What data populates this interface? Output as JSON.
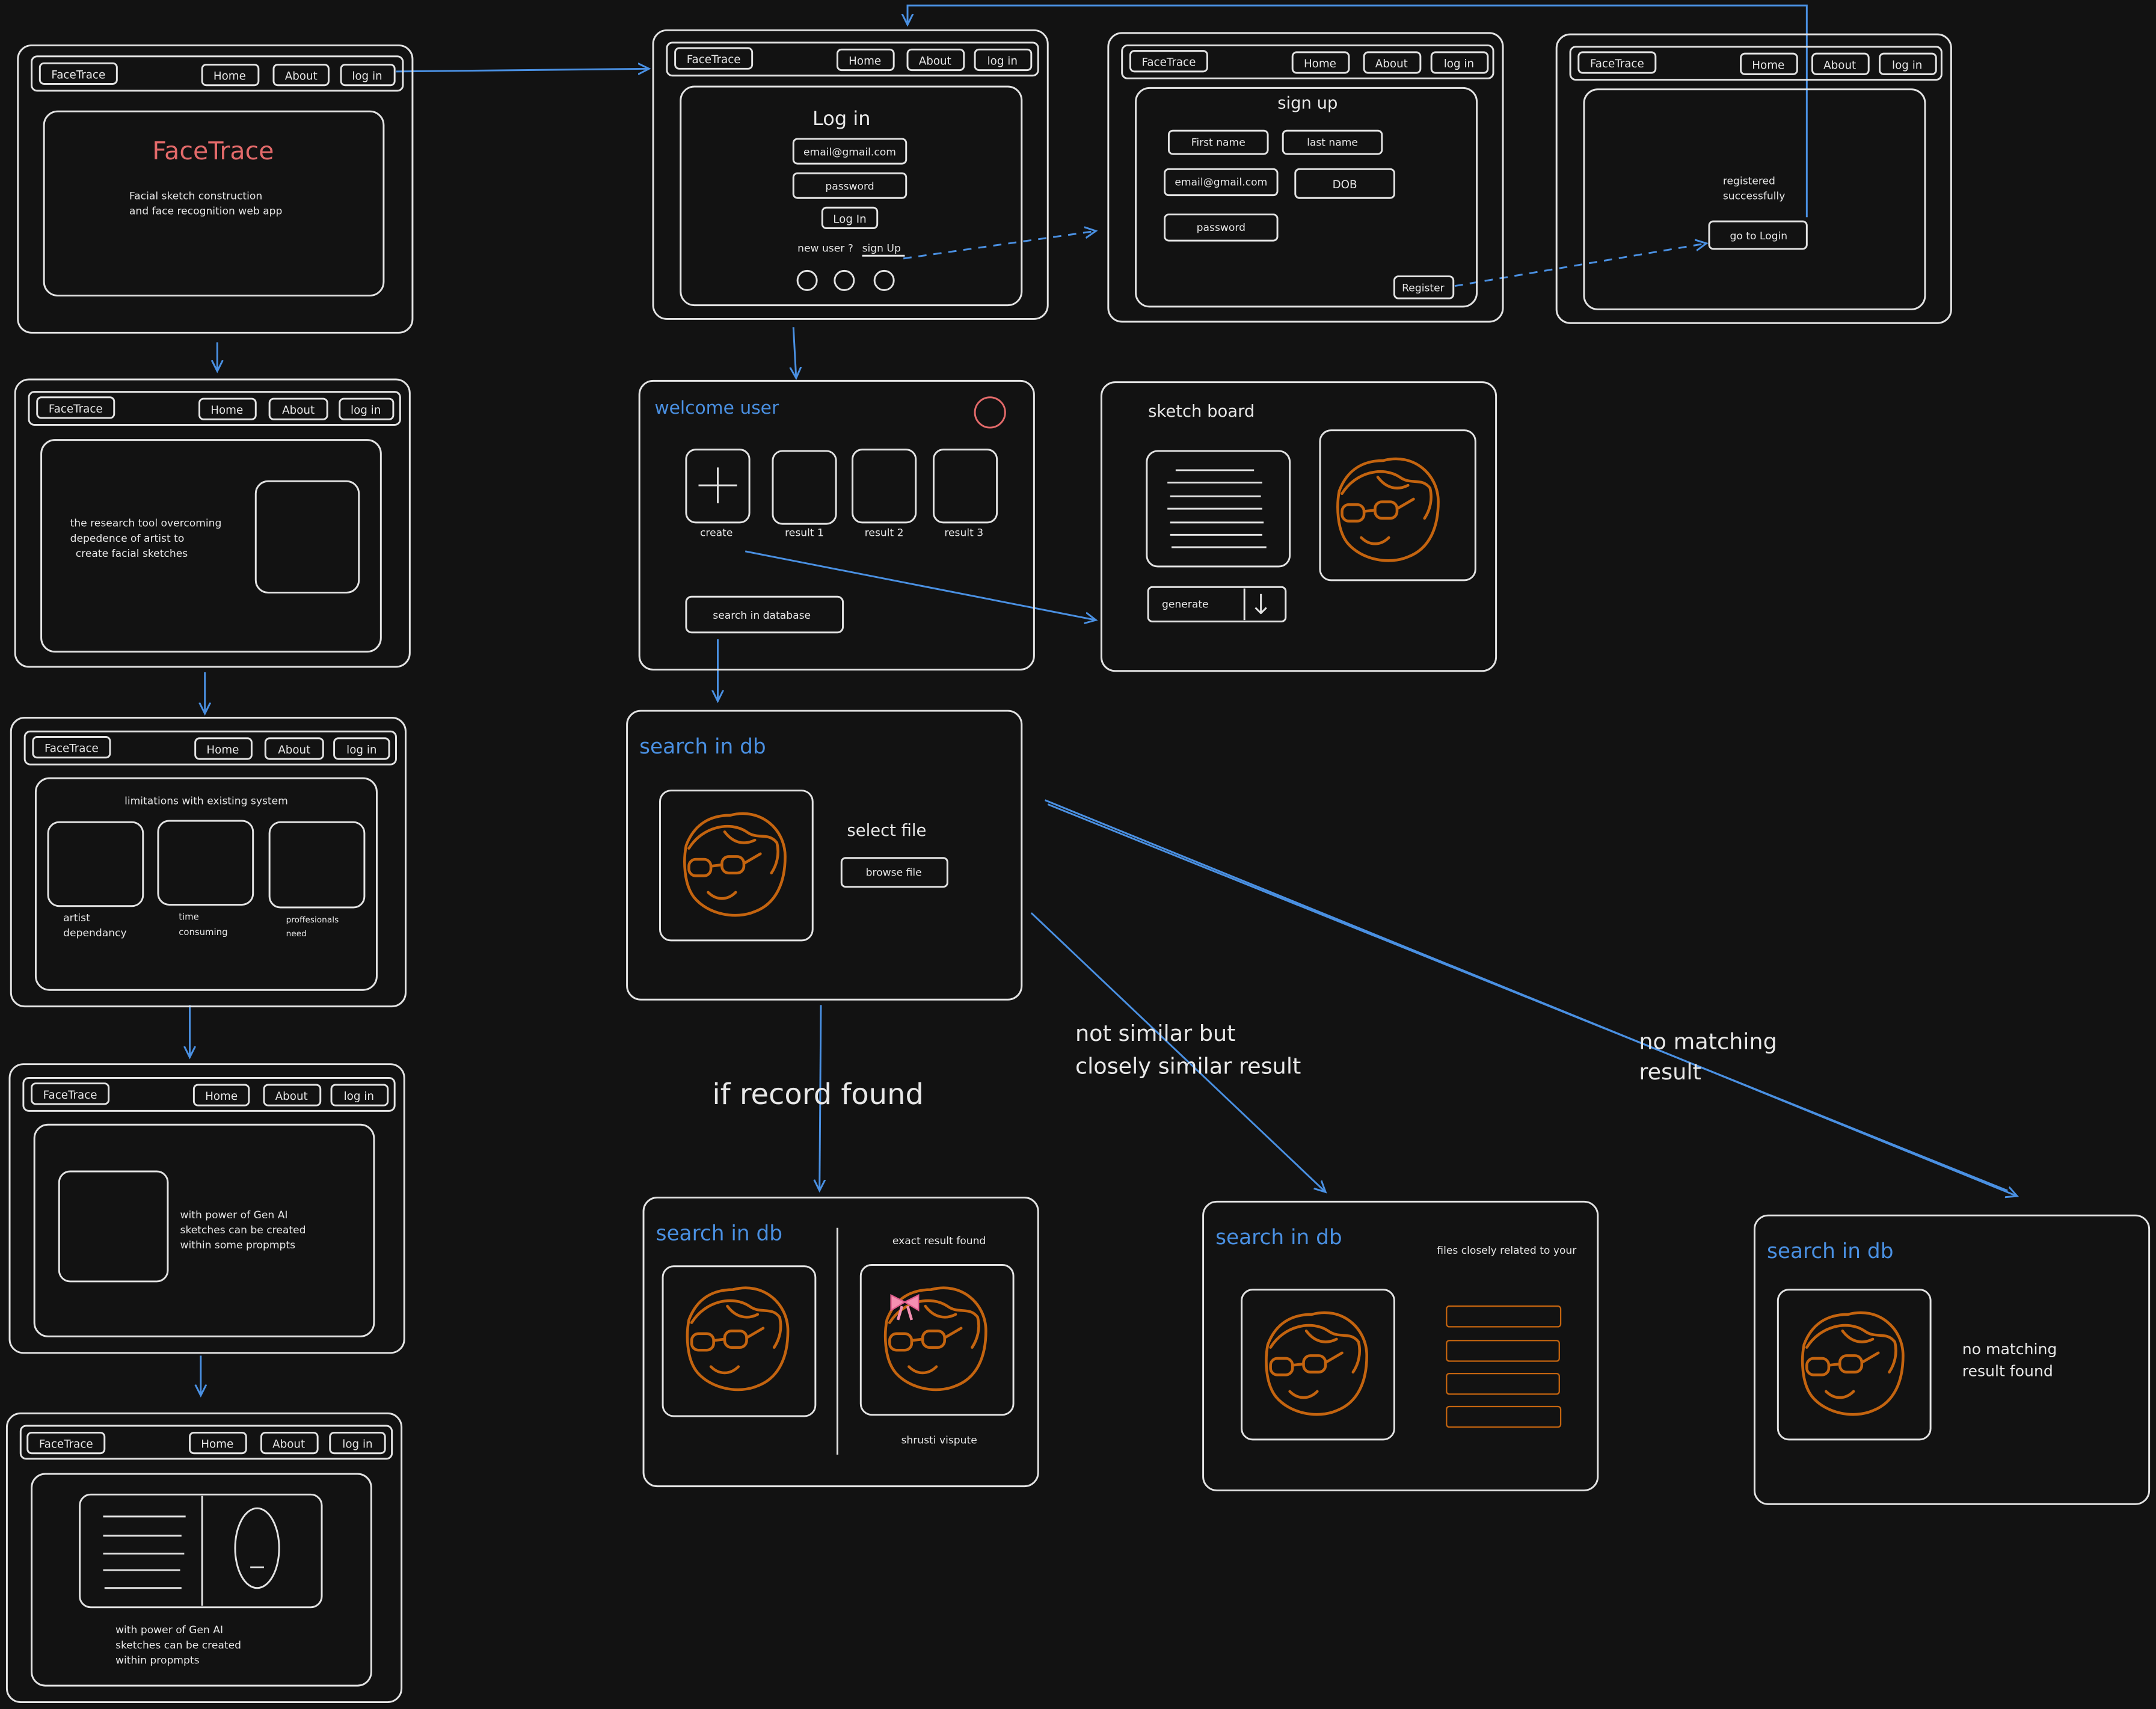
{
  "colors": {
    "background": "#121212",
    "stroke": "#e3e3e3",
    "accent_blue": "#4a90e2",
    "accent_red": "#e36a6a",
    "sketch_orange": "#c4640f",
    "bow_pink": "#f48fb1"
  },
  "nav": {
    "brand": "FaceTrace",
    "home": "Home",
    "about": "About",
    "login": "log in"
  },
  "landing": {
    "title": "FaceTrace",
    "subtitle_line1": "Facial sketch construction",
    "subtitle_line2": "and face recognition web app"
  },
  "research": {
    "line1": "the research tool overcoming",
    "line2": "depedence of artist to",
    "line3": "create facial sketches"
  },
  "limitations": {
    "heading": "limitations with existing system",
    "item1_line1": "artist",
    "item1_line2": "dependancy",
    "item2_line1": "time",
    "item2_line2": "consuming",
    "item3_line1": "proffesionals",
    "item3_line2": "need"
  },
  "genai1": {
    "line1": "with power of Gen AI",
    "line2": "sketches can be created",
    "line3": "within some propmpts"
  },
  "genai2": {
    "line1": "with power of Gen AI",
    "line2": "sketches can be created",
    "line3": "within propmpts"
  },
  "login": {
    "heading": "Log in",
    "email": "email@gmail.com",
    "password": "password",
    "button": "Log In",
    "new_user": "new user ?",
    "signup_link": "sign Up"
  },
  "signup": {
    "heading": "sign up",
    "first_name": "First name",
    "last_name": "last name",
    "email": "email@gmail.com",
    "dob": "DOB",
    "password": "password",
    "register": "Register"
  },
  "success": {
    "line1": "registered",
    "line2": "successfully",
    "button": "go to Login"
  },
  "dashboard": {
    "welcome": "welcome user",
    "create": "create",
    "result1": "result 1",
    "result2": "result 2",
    "result3": "result 3",
    "search_button": "search in database"
  },
  "sketch_board": {
    "heading": "sketch board",
    "generate": "generate"
  },
  "search": {
    "heading": "search in db",
    "select_file": "select file",
    "browse": "browse file"
  },
  "labels": {
    "found": "if record found",
    "similar_line1": "not similar but",
    "similar_line2": "closely similar result",
    "no_match_line1": "no matching",
    "no_match_line2": "result"
  },
  "result_found": {
    "heading": "search in db",
    "exact": "exact result found",
    "name": "shrusti vispute"
  },
  "result_similar": {
    "heading": "search in db",
    "caption": "files closely related to your"
  },
  "result_none": {
    "heading": "search in db",
    "line1": "no matching",
    "line2": "result found"
  }
}
